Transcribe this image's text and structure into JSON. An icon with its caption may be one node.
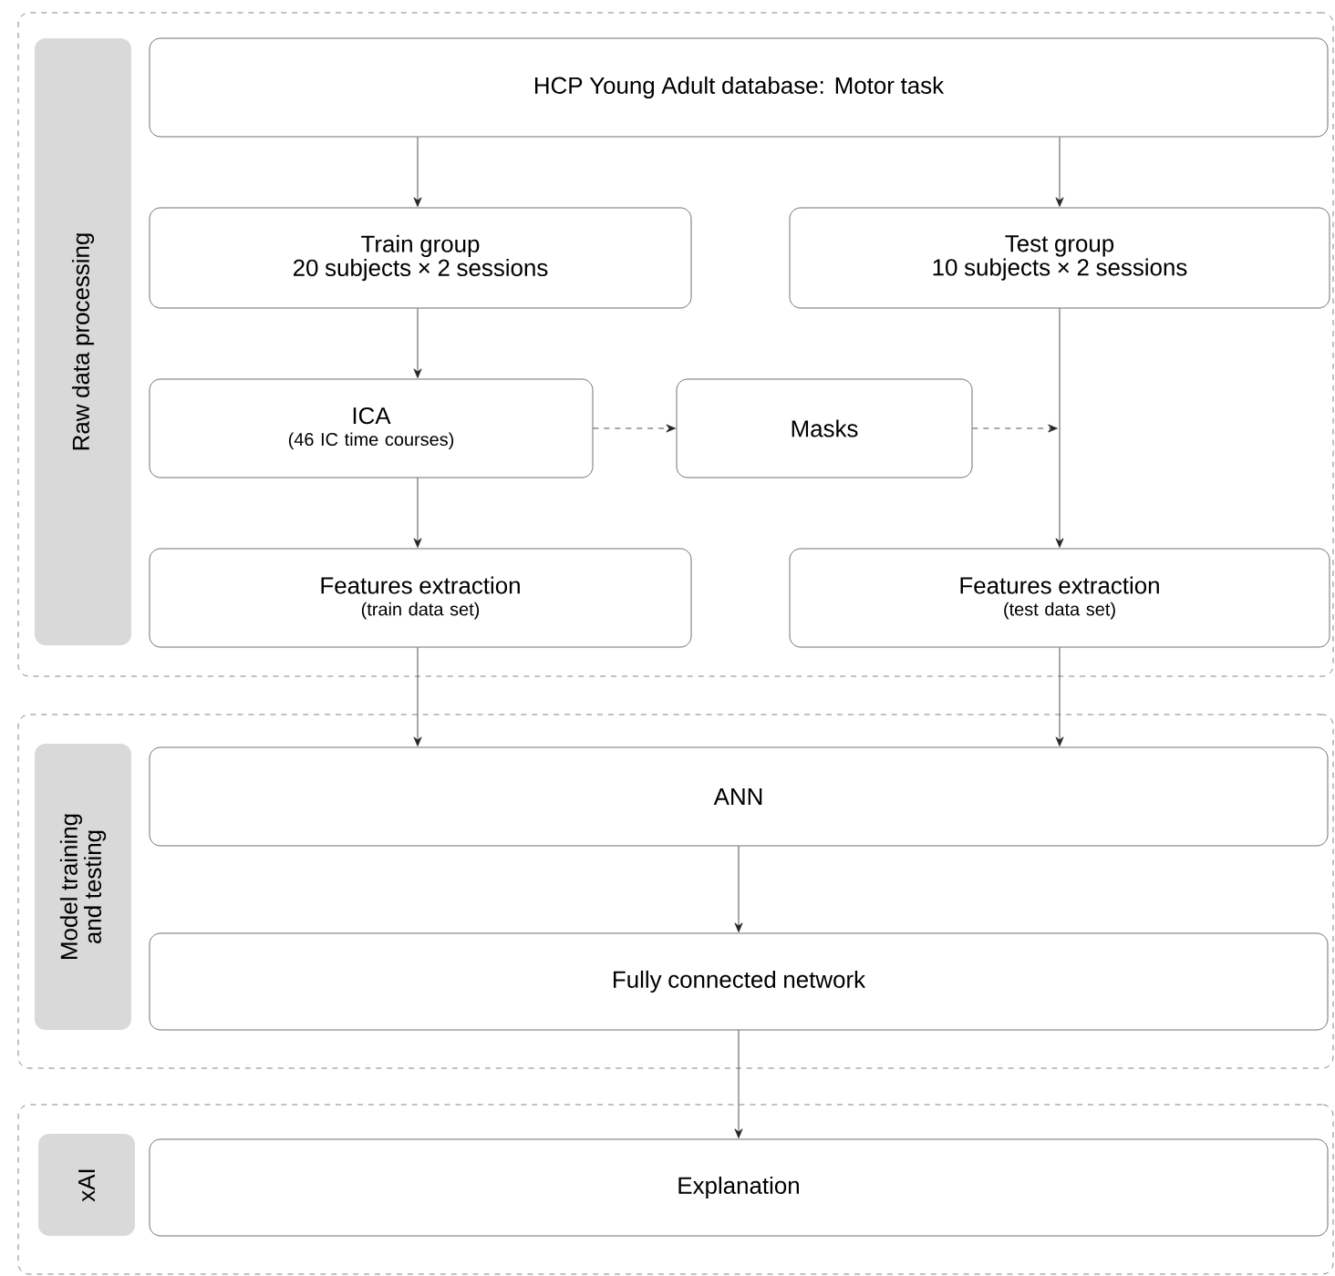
{
  "diagram": {
    "nodes": [
      {
        "text": [],
        "shape": "box"
      },
      {
        "text": [
          "Raw data processing"
        ],
        "in": 0
      },
      {
        "text": [
          "HCP Young Adult database: Motor task"
        ],
        "in": 0
      },
      {
        "text": [
          "Train group",
          "20 subjects × 2 sessions"
        ],
        "in": 0
      },
      {
        "text": [
          "Test group",
          "10 subjects × 2 sessions"
        ],
        "in": 0
      },
      {
        "text": [
          "ICA",
          "(46 IC time courses)"
        ],
        "in": 0
      },
      {
        "text": [
          "Masks"
        ],
        "in": 0
      },
      {
        "text": [
          "Features extraction",
          "(train data set)"
        ],
        "in": 0
      },
      {
        "text": [
          "Features extraction",
          "(test data set)"
        ],
        "in": 0
      },
      {
        "text": [],
        "shape": "box"
      },
      {
        "text": [
          "Model training and testing"
        ],
        "in": 9
      },
      {
        "text": [
          "ANN"
        ],
        "in": 9
      },
      {
        "text": [
          "Fully connected network"
        ],
        "in": 9
      },
      {
        "text": [],
        "shape": "box"
      },
      {
        "text": [
          "xAI"
        ],
        "in": 13
      },
      {
        "text": [
          "Explanation"
        ],
        "in": 13
      }
    ],
    "edges": [
      {
        "from": 2,
        "to": 3,
        "arrow": "to"
      },
      {
        "from": 2,
        "to": 4,
        "arrow": "to"
      },
      {
        "from": 3,
        "to": 5,
        "arrow": "to"
      },
      {
        "from": 5,
        "to": 6,
        "arrow": "to",
        "style": "dashed"
      },
      {
        "from": 6,
        "to": null,
        "arrow": "to",
        "style": "dashed"
      },
      {
        "from": 4,
        "to": 8,
        "arrow": "to"
      },
      {
        "from": 5,
        "to": 7,
        "arrow": "to"
      },
      {
        "from": 7,
        "to": 11,
        "arrow": "to"
      },
      {
        "from": 8,
        "to": 11,
        "arrow": "to"
      },
      {
        "from": 11,
        "to": 12,
        "arrow": "to"
      },
      {
        "from": 12,
        "to": 15,
        "arrow": "to"
      }
    ]
  }
}
